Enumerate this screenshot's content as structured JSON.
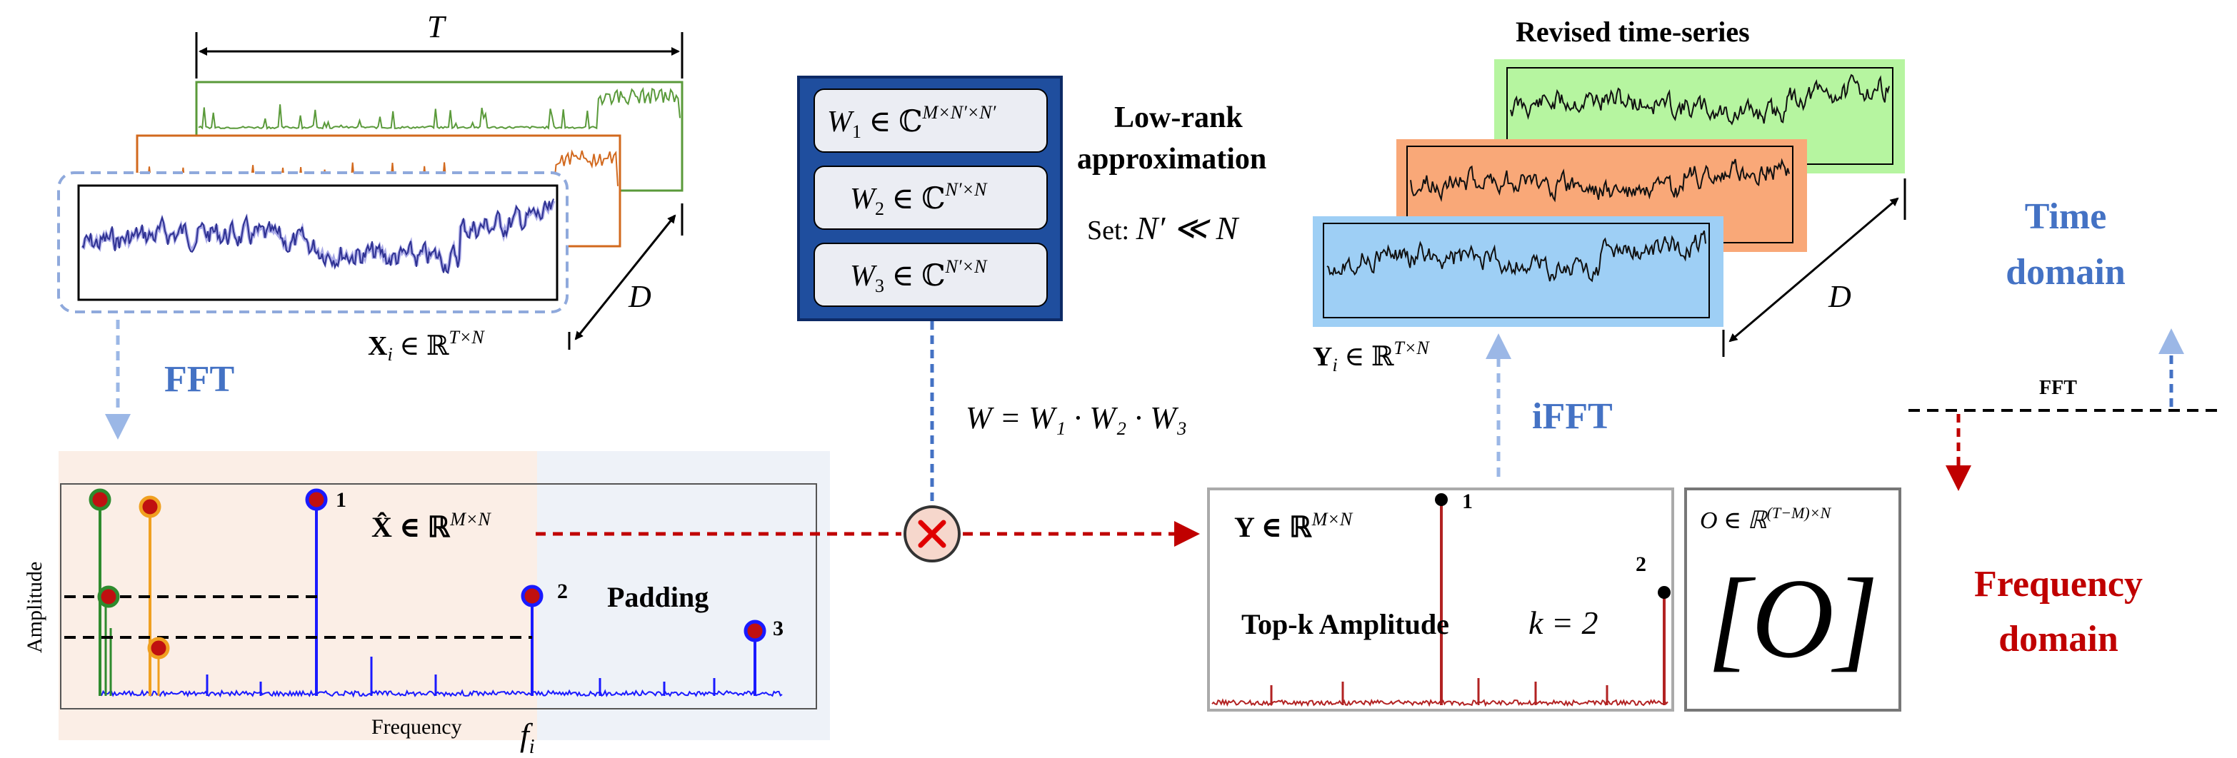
{
  "time_axis_label": "T",
  "depth_label": "D",
  "input_label_main": "X",
  "input_label_sub": "i",
  "input_label_rest": " ∈ ℝ",
  "input_label_sup": "T×N",
  "fft_label": "FFT",
  "ifft_label": "iFFT",
  "low_rank": {
    "title_line1": "Low-rank",
    "title_line2": "approximation",
    "set_prefix": "Set: ",
    "set_expr": "N′ ≪ N",
    "matrices": [
      {
        "name": "W",
        "sub": "1",
        "space": " ∈ ℂ",
        "sup": "M×N′×N′"
      },
      {
        "name": "W",
        "sub": "2",
        "space": " ∈ ℂ",
        "sup": "N′×N"
      },
      {
        "name": "W",
        "sub": "3",
        "space": " ∈ ℂ",
        "sup": "N′×N"
      }
    ],
    "product": "W = W₁ · W₂ · W₃"
  },
  "spectrum_left": {
    "xlabel": "Frequency",
    "ylabel": "Amplitude",
    "xhat_label": "X̂ ∈ ℝ",
    "xhat_sup": "M×N",
    "padding_label": "Padding",
    "fi_label": "f",
    "fi_sub": "i",
    "peak_labels": [
      "1",
      "2",
      "3"
    ]
  },
  "spectrum_right": {
    "y_label": "Y ∈ ℝ",
    "y_sup": "M×N",
    "topk_label": "Top-k Amplitude",
    "k_expr": "k = 2",
    "peak_labels": [
      "1",
      "2"
    ]
  },
  "o_box": {
    "label": "O ∈ ℝ",
    "label_sup": "(T−M)×N",
    "symbol": "[O]"
  },
  "output": {
    "title": "Revised time-series",
    "label_main": "Y",
    "label_sub": "i",
    "label_rest": " ∈ ℝ",
    "label_sup": "T×N"
  },
  "legend": {
    "fft_small": "FFT",
    "time_domain_line1": "Time",
    "time_domain_line2": "domain",
    "freq_domain_line1": "Frequency",
    "freq_domain_line2": "domain"
  },
  "colors": {
    "blue_accent": "#4472c4",
    "red_accent": "#c00000",
    "navy_box": "#1f4e9e",
    "green_series": "#5a9a3a",
    "orange_series": "#d2691e",
    "input_series": "#2e3192",
    "spectrum_blue": "#1a1aff",
    "spectrum_red": "#b22222",
    "output_green_bg": "#b6f5a0",
    "output_orange_bg": "#f9a878",
    "output_blue_bg": "#9ecff5"
  }
}
